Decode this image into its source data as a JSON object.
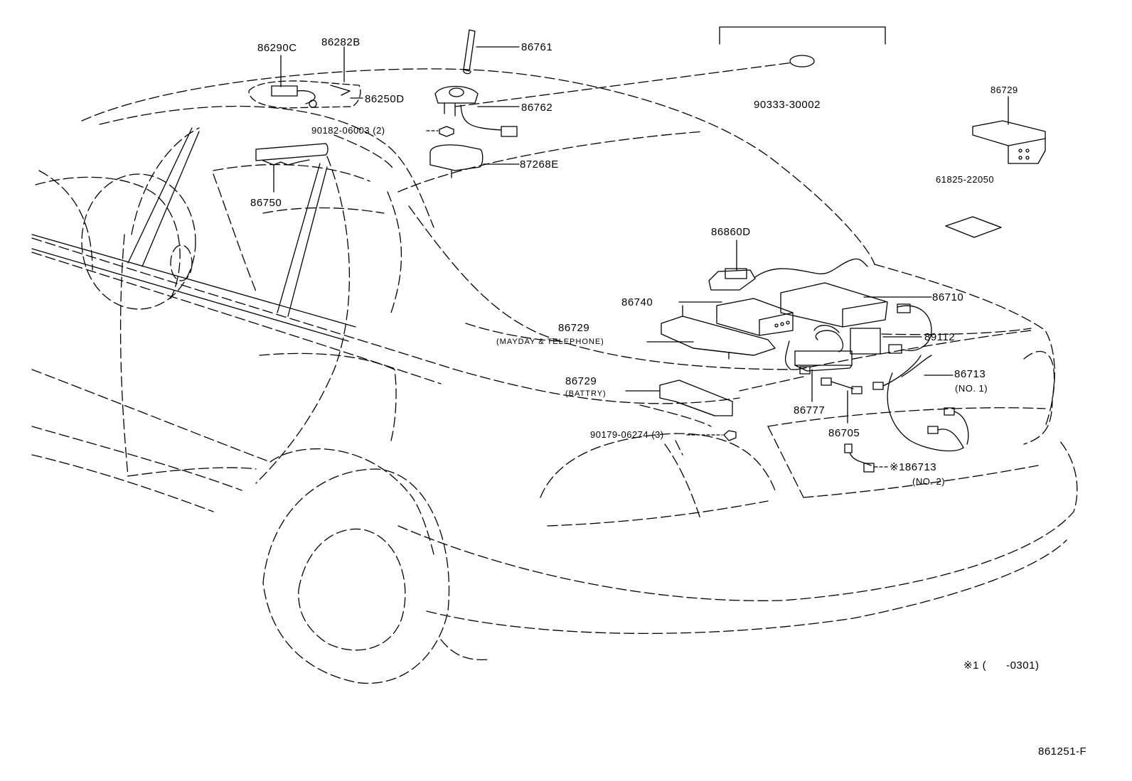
{
  "parts": {
    "p86290C": "86290C",
    "p86282B": "86282B",
    "p86761": "86761",
    "p86250D": "86250D",
    "p86762": "86762",
    "p90182": "90182-06003 (2)",
    "p87268E": "87268E",
    "p86750": "86750",
    "p90333": "90333-30002",
    "p86729_right": "86729",
    "p61825": "61825-22050",
    "p86860D": "86860D",
    "p86740": "86740",
    "p86710": "86710",
    "p86729_mayday": "86729",
    "mayday_note": "(MAYDAY & TELEPHONE)",
    "p89112": "89112",
    "p86729_battery": "86729",
    "battery_note": "(BATTRY)",
    "p86713_no1": "86713",
    "no1_note": "(NO. 1)",
    "p86777": "86777",
    "p90179": "90179-06274 (3)",
    "p86705": "86705",
    "p86713_no2": "※186713",
    "no2_note": "(NO. 2)"
  },
  "footnote": "※1 (      -0301)",
  "figure_code": "861251-F"
}
